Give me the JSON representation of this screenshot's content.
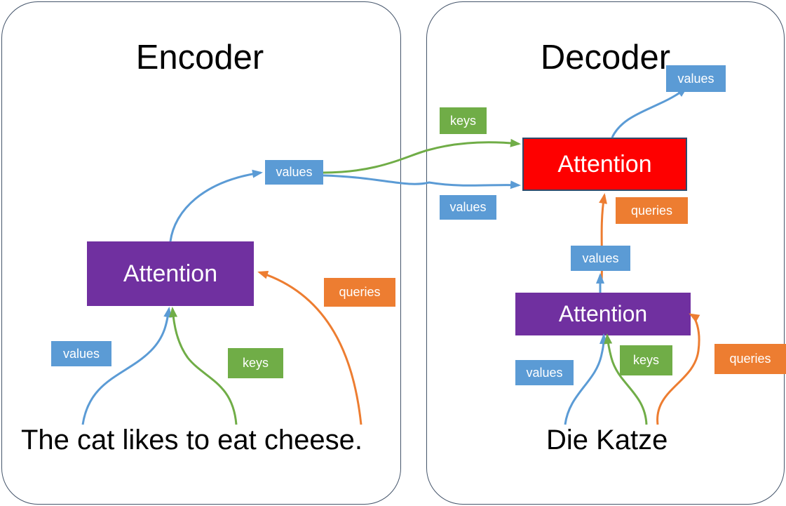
{
  "diagram": {
    "title_encoder": "Encoder",
    "title_decoder": "Decoder",
    "source_sentence": "The cat likes to eat cheese.",
    "target_sentence": "Die Katze",
    "colors": {
      "values": "#5b9bd5",
      "keys": "#70ad47",
      "queries": "#ed7d31",
      "attention_self": "#7030a0",
      "attention_cross": "#fe0000",
      "panel_border": "#44546a",
      "text_dark": "#000000",
      "text_light": "#ffffff"
    }
  },
  "encoder": {
    "title": "Encoder",
    "sentence": "The cat likes to eat cheese.",
    "attention_label": "Attention",
    "tags": {
      "values_in": "values",
      "keys_in": "keys",
      "queries_in": "queries",
      "values_out": "values"
    }
  },
  "decoder": {
    "title": "Decoder",
    "sentence": "Die Katze",
    "self_attention_label": "Attention",
    "cross_attention_label": "Attention",
    "tags": {
      "keys_cross": "keys",
      "values_cross": "values",
      "queries_cross": "queries",
      "values_top": "values",
      "values_mid": "values",
      "values_in": "values",
      "keys_in": "keys",
      "queries_in": "queries"
    }
  }
}
